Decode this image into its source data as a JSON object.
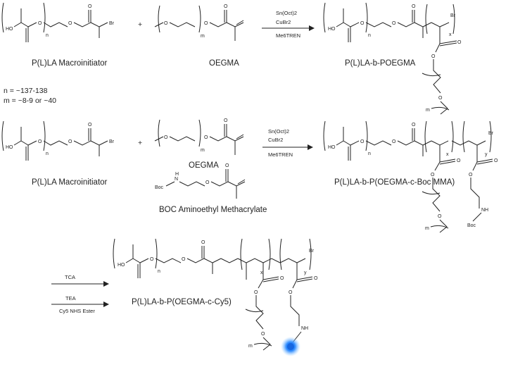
{
  "reaction1": {
    "reactant1_label": "P(L)LA Macroinitiator",
    "reactant2_label": "OEGMA",
    "conditions": [
      "Sn(Oct)2",
      "CuBr2",
      "Me6TREN"
    ],
    "product_label": "P(L)LA-b-POEGMA"
  },
  "notes": {
    "n_value": "n = ~137-138",
    "m_value": "m = ~8-9 or ~40"
  },
  "reaction2": {
    "reactant1_label": "P(L)LA Macroinitiator",
    "reactant2_label": "OEGMA",
    "reactant3_label": "BOC Aminoethyl Methacrylate",
    "conditions": [
      "Sn(Oct)2",
      "CuBr2",
      "Me6TREN"
    ],
    "product_label": "P(L)LA-b-P(OEGMA-c-Boc MMA)"
  },
  "reaction3": {
    "condition1": "TCA",
    "condition2a": "TEA",
    "condition2b": "Cy5 NHS Ester",
    "product_label": "P(L)LA-b-P(OEGMA-c-Cy5)"
  },
  "atoms": {
    "ho": "HO",
    "o": "O",
    "br": "Br",
    "n": "n",
    "m": "m",
    "x": "x",
    "y": "y",
    "nh": "NH",
    "h_n": "N",
    "h": "H",
    "boc": "Boc",
    "plus": "+"
  },
  "colors": {
    "ink": "#222222",
    "cy5_dye": "#1e8fff"
  }
}
